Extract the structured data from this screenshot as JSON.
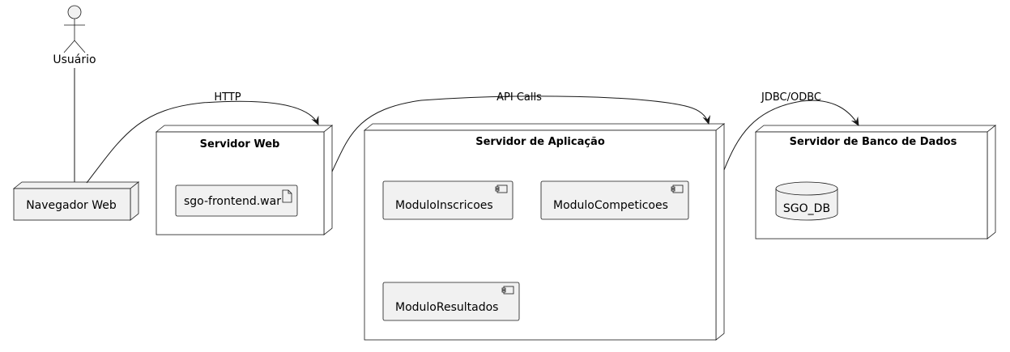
{
  "actor": {
    "label": "Usuário"
  },
  "browser": {
    "label": "Navegador Web"
  },
  "web_server": {
    "title": "Servidor Web",
    "artifact": "sgo-frontend.war"
  },
  "app_server": {
    "title": "Servidor de Aplicação",
    "components": [
      "ModuloInscricoes",
      "ModuloCompeticoes",
      "ModuloResultados"
    ]
  },
  "db_server": {
    "title": "Servidor de Banco de Dados",
    "database": "SGO_DB"
  },
  "connections": {
    "http": "HTTP",
    "api": "API Calls",
    "jdbc": "JDBC/ODBC"
  },
  "colors": {
    "fill": "#f1f1f1",
    "stroke": "#181818",
    "background": "#ffffff"
  }
}
